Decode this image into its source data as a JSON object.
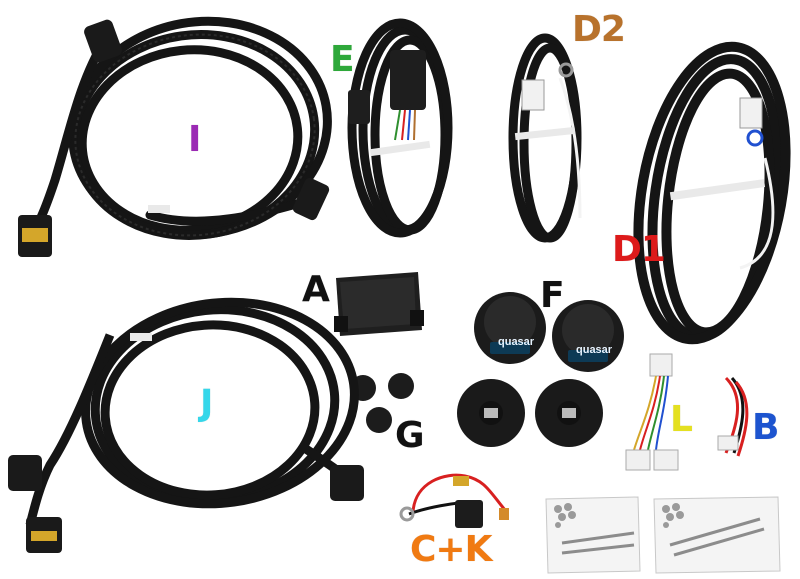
{
  "labels": {
    "I": {
      "text": "I",
      "color": "#9b2ab4"
    },
    "E": {
      "text": "E",
      "color": "#2ea83a"
    },
    "D2": {
      "text": "D2",
      "color": "#b8722c"
    },
    "D1": {
      "text": "D1",
      "color": "#dd1a1a"
    },
    "A": {
      "text": "A",
      "color": "#111111"
    },
    "F": {
      "text": "F",
      "color": "#111111"
    },
    "J": {
      "text": "J",
      "color": "#35d7ea"
    },
    "G": {
      "text": "G",
      "color": "#111111"
    },
    "L": {
      "text": "L",
      "color": "#e4e021"
    },
    "B": {
      "text": "B",
      "color": "#1d54cf"
    },
    "CK": {
      "text": "C+K",
      "color": "#f07a12"
    }
  },
  "socket_brand": {
    "left": "quasar",
    "right": "quasar"
  },
  "palette": {
    "cable": "#151515",
    "tie": "#e9e9e9",
    "background": "#ffffff"
  }
}
